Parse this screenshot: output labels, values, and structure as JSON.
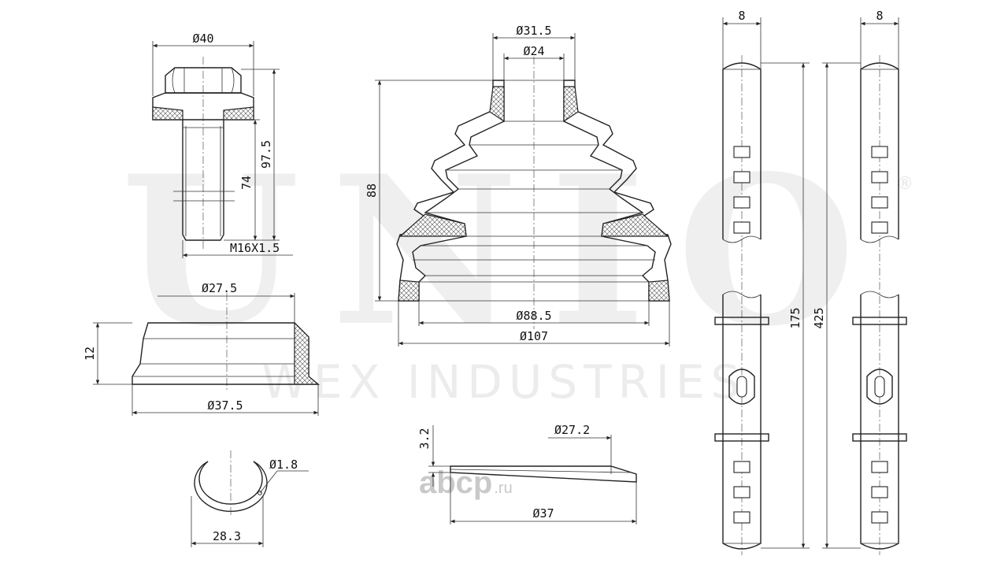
{
  "watermark": {
    "brand": "UNIO",
    "subtitle": "WEX INDUSTRIES",
    "registered_mark": "®",
    "stamp_main": "abcp",
    "stamp_tld": ".ru"
  },
  "dimensions": {
    "bolt": {
      "head_diameter": "Ø40",
      "length_total": "97.5",
      "length_shank": "74",
      "thread": "M16X1.5"
    },
    "ring": {
      "top_diameter": "Ø27.5",
      "height": "12",
      "bottom_diameter": "Ø37.5"
    },
    "boot": {
      "small_outer": "Ø31.5",
      "small_inner": "Ø24",
      "height": "88",
      "large_inner": "Ø88.5",
      "large_outer": "Ø107"
    },
    "clip": {
      "wire": "Ø1.8",
      "width": "28.3"
    },
    "washer": {
      "thickness": "3.2",
      "inner_diameter": "Ø27.2",
      "outer_diameter": "Ø37"
    },
    "shaft_short": {
      "width": "8",
      "length": "175"
    },
    "shaft_long": {
      "width": "8",
      "length": "425"
    }
  }
}
